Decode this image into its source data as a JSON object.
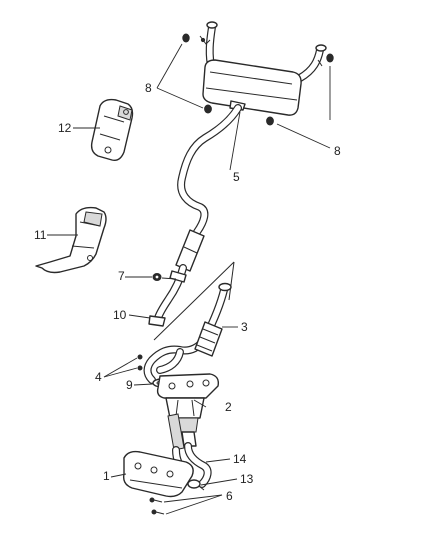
{
  "callouts": {
    "c1": "1",
    "c2": "2",
    "c3": "3",
    "c4": "4",
    "c5": "5",
    "c6": "6",
    "c7": "7",
    "c8a": "8",
    "c8b": "8",
    "c9": "9",
    "c10": "10",
    "c11": "11",
    "c12": "12",
    "c13": "13",
    "c14": "14"
  },
  "colors": {
    "line": "#2a2a2a",
    "background": "#ffffff",
    "fill_shade": "#d9d9d9"
  }
}
